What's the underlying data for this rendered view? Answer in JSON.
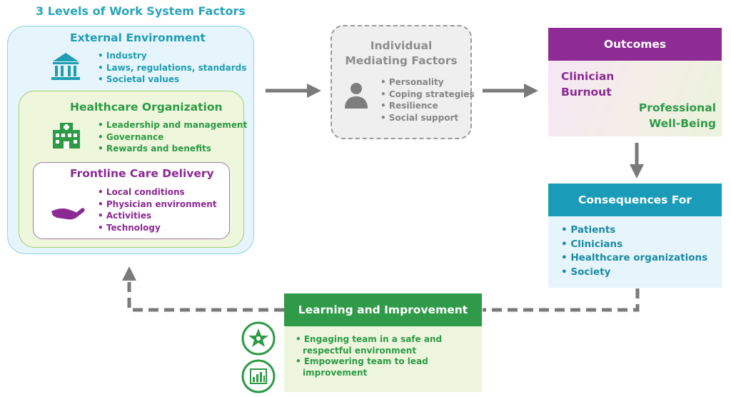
{
  "title": "3 Levels of Work System Factors",
  "external": {
    "heading": "External Environment",
    "icon": "bank-icon",
    "items": [
      "Industry",
      "Laws, regulations, standards",
      "Societal values"
    ]
  },
  "organization": {
    "heading": "Healthcare Organization",
    "icon": "hospital-icon",
    "items": [
      "Leadership and management",
      "Governance",
      "Rewards and benefits"
    ]
  },
  "frontline": {
    "heading": "Frontline Care Delivery",
    "icon": "hand-icon",
    "items": [
      "Local conditions",
      "Physician environment",
      "Activities",
      "Technology"
    ]
  },
  "mediating": {
    "heading_line1": "Individual",
    "heading_line2": "Mediating Factors",
    "icon": "person-icon",
    "items": [
      "Personality",
      "Coping strategies",
      "Resilience",
      "Social support"
    ]
  },
  "outcomes": {
    "heading": "Outcomes",
    "burnout_line1": "Clinician",
    "burnout_line2": "Burnout",
    "wellbeing_line1": "Professional",
    "wellbeing_line2": "Well-Being"
  },
  "consequences": {
    "heading": "Consequences For",
    "items": [
      "Patients",
      "Clinicians",
      "Healthcare organizations",
      "Society"
    ]
  },
  "learning": {
    "heading": "Learning and Improvement",
    "items": [
      "Engaging team in a safe and respectful environment",
      "Empowering team to lead improvement"
    ],
    "icons": [
      "team-star-icon",
      "chart-icon"
    ]
  },
  "colors": {
    "teal": "#1f9db3",
    "green": "#2d9a46",
    "purple": "#8b2a92",
    "gray": "#858585"
  }
}
